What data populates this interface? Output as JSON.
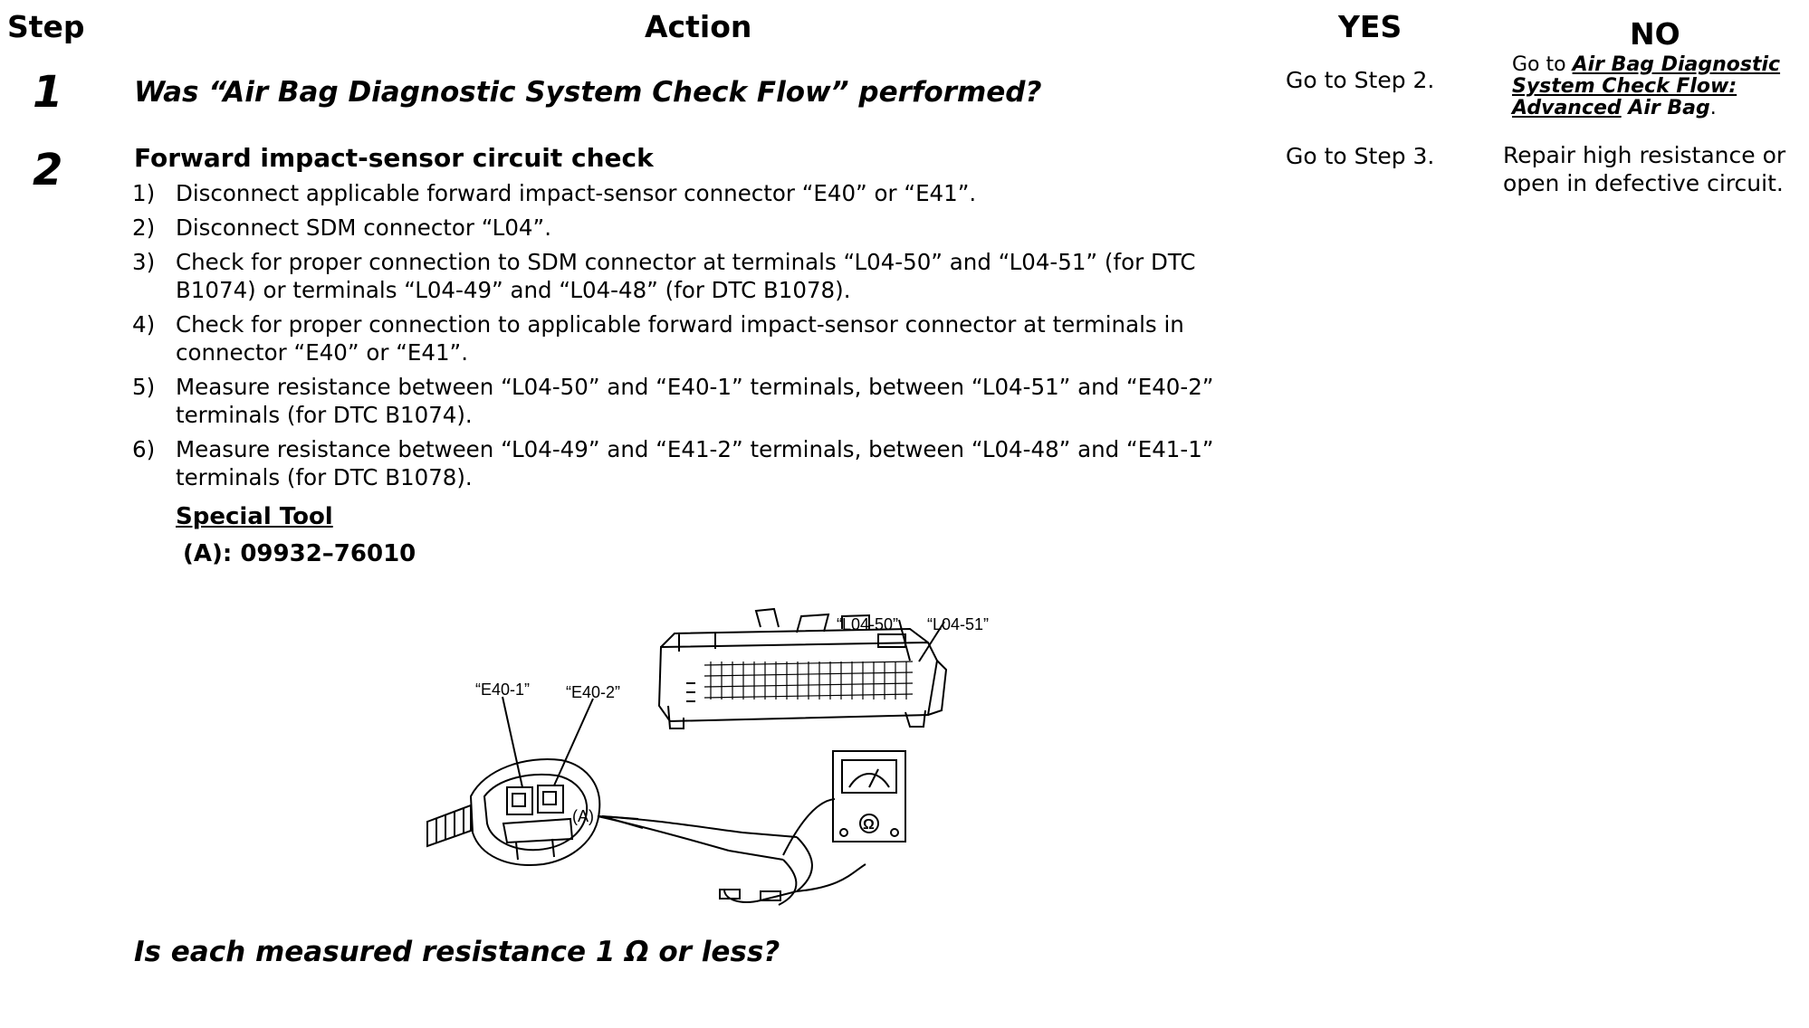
{
  "header": {
    "step": "Step",
    "action": "Action",
    "yes": "YES",
    "no": "NO"
  },
  "step1": {
    "number": "1",
    "question": "Was “Air Bag Diagnostic System Check Flow” performed?",
    "yes": "Go to Step 2.",
    "no_prefix": "Go to ",
    "no_link_1": "Air Bag Diagnostic System Check Flow:",
    "no_link_2": "Advanced",
    "no_suffix": " Air Bag",
    "no_end": "."
  },
  "step2": {
    "number": "2",
    "title": "Forward impact-sensor circuit check",
    "yes": "Go to Step 3.",
    "no": "Repair high resistance or open in defective circuit.",
    "items": [
      {
        "num": "1)",
        "text": "Disconnect applicable forward impact-sensor connector “E40” or “E41”."
      },
      {
        "num": "2)",
        "text": "Disconnect SDM connector “L04”."
      },
      {
        "num": "3)",
        "text": "Check for proper connection to SDM connector at terminals “L04-50” and “L04-51” (for DTC B1074) or terminals “L04-49” and “L04-48” (for DTC B1078)."
      },
      {
        "num": "4)",
        "text": "Check for proper connection to applicable forward impact-sensor connector at terminals in connector “E40” or “E41”."
      },
      {
        "num": "5)",
        "text": "Measure resistance between “L04-50” and “E40-1” terminals, between “L04-51” and “E40-2” terminals (for DTC B1074)."
      },
      {
        "num": "6)",
        "text": "Measure resistance between “L04-49” and “E41-2” terminals, between “L04-48” and “E41-1” terminals (for DTC B1078)."
      }
    ],
    "special_tool_label": "Special Tool",
    "special_tool_value": "(A): 09932–76010",
    "diagram": {
      "labels": {
        "l04_50": "“L04-50”",
        "l04_51": "“L04-51”",
        "e40_1": "“E40-1”",
        "e40_2": "“E40-2”",
        "tool_a": "(A)",
        "ohm": "Ω"
      }
    },
    "question": "Is each measured resistance 1 Ω or less?"
  }
}
